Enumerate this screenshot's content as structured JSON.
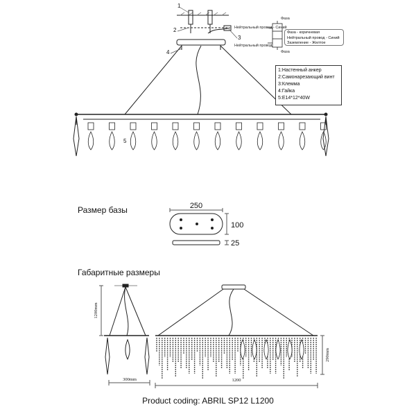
{
  "section_base": {
    "title": "Размер базы",
    "width": "250",
    "depth": "100",
    "height": "25"
  },
  "section_dims": {
    "title": "Габаритные размеры",
    "side_width": "300mm",
    "drop": "1200mm",
    "length": "1200",
    "height": "290mm"
  },
  "caption": "Product coding: ABRIL SP12 L1200",
  "callouts": [
    "1",
    "2",
    "3",
    "4",
    "5"
  ],
  "legend": [
    "1:Настенный анкер",
    "2:Самонарезающий винт",
    "3:Клемма",
    "4:Гайка",
    "5:E14*12*40W"
  ],
  "wiring": {
    "left_top": "Нейтральный провод - Синий",
    "left_bottom": "Нейтральный провод",
    "top_right": "Фаза",
    "bottom_right": "Фаза",
    "right_box": [
      "Фаза - коричневая",
      "Нейтральный провод - Синий",
      "Заземление - Желтое"
    ]
  },
  "colors": {
    "line": "#222222",
    "crystal": "#555555"
  }
}
